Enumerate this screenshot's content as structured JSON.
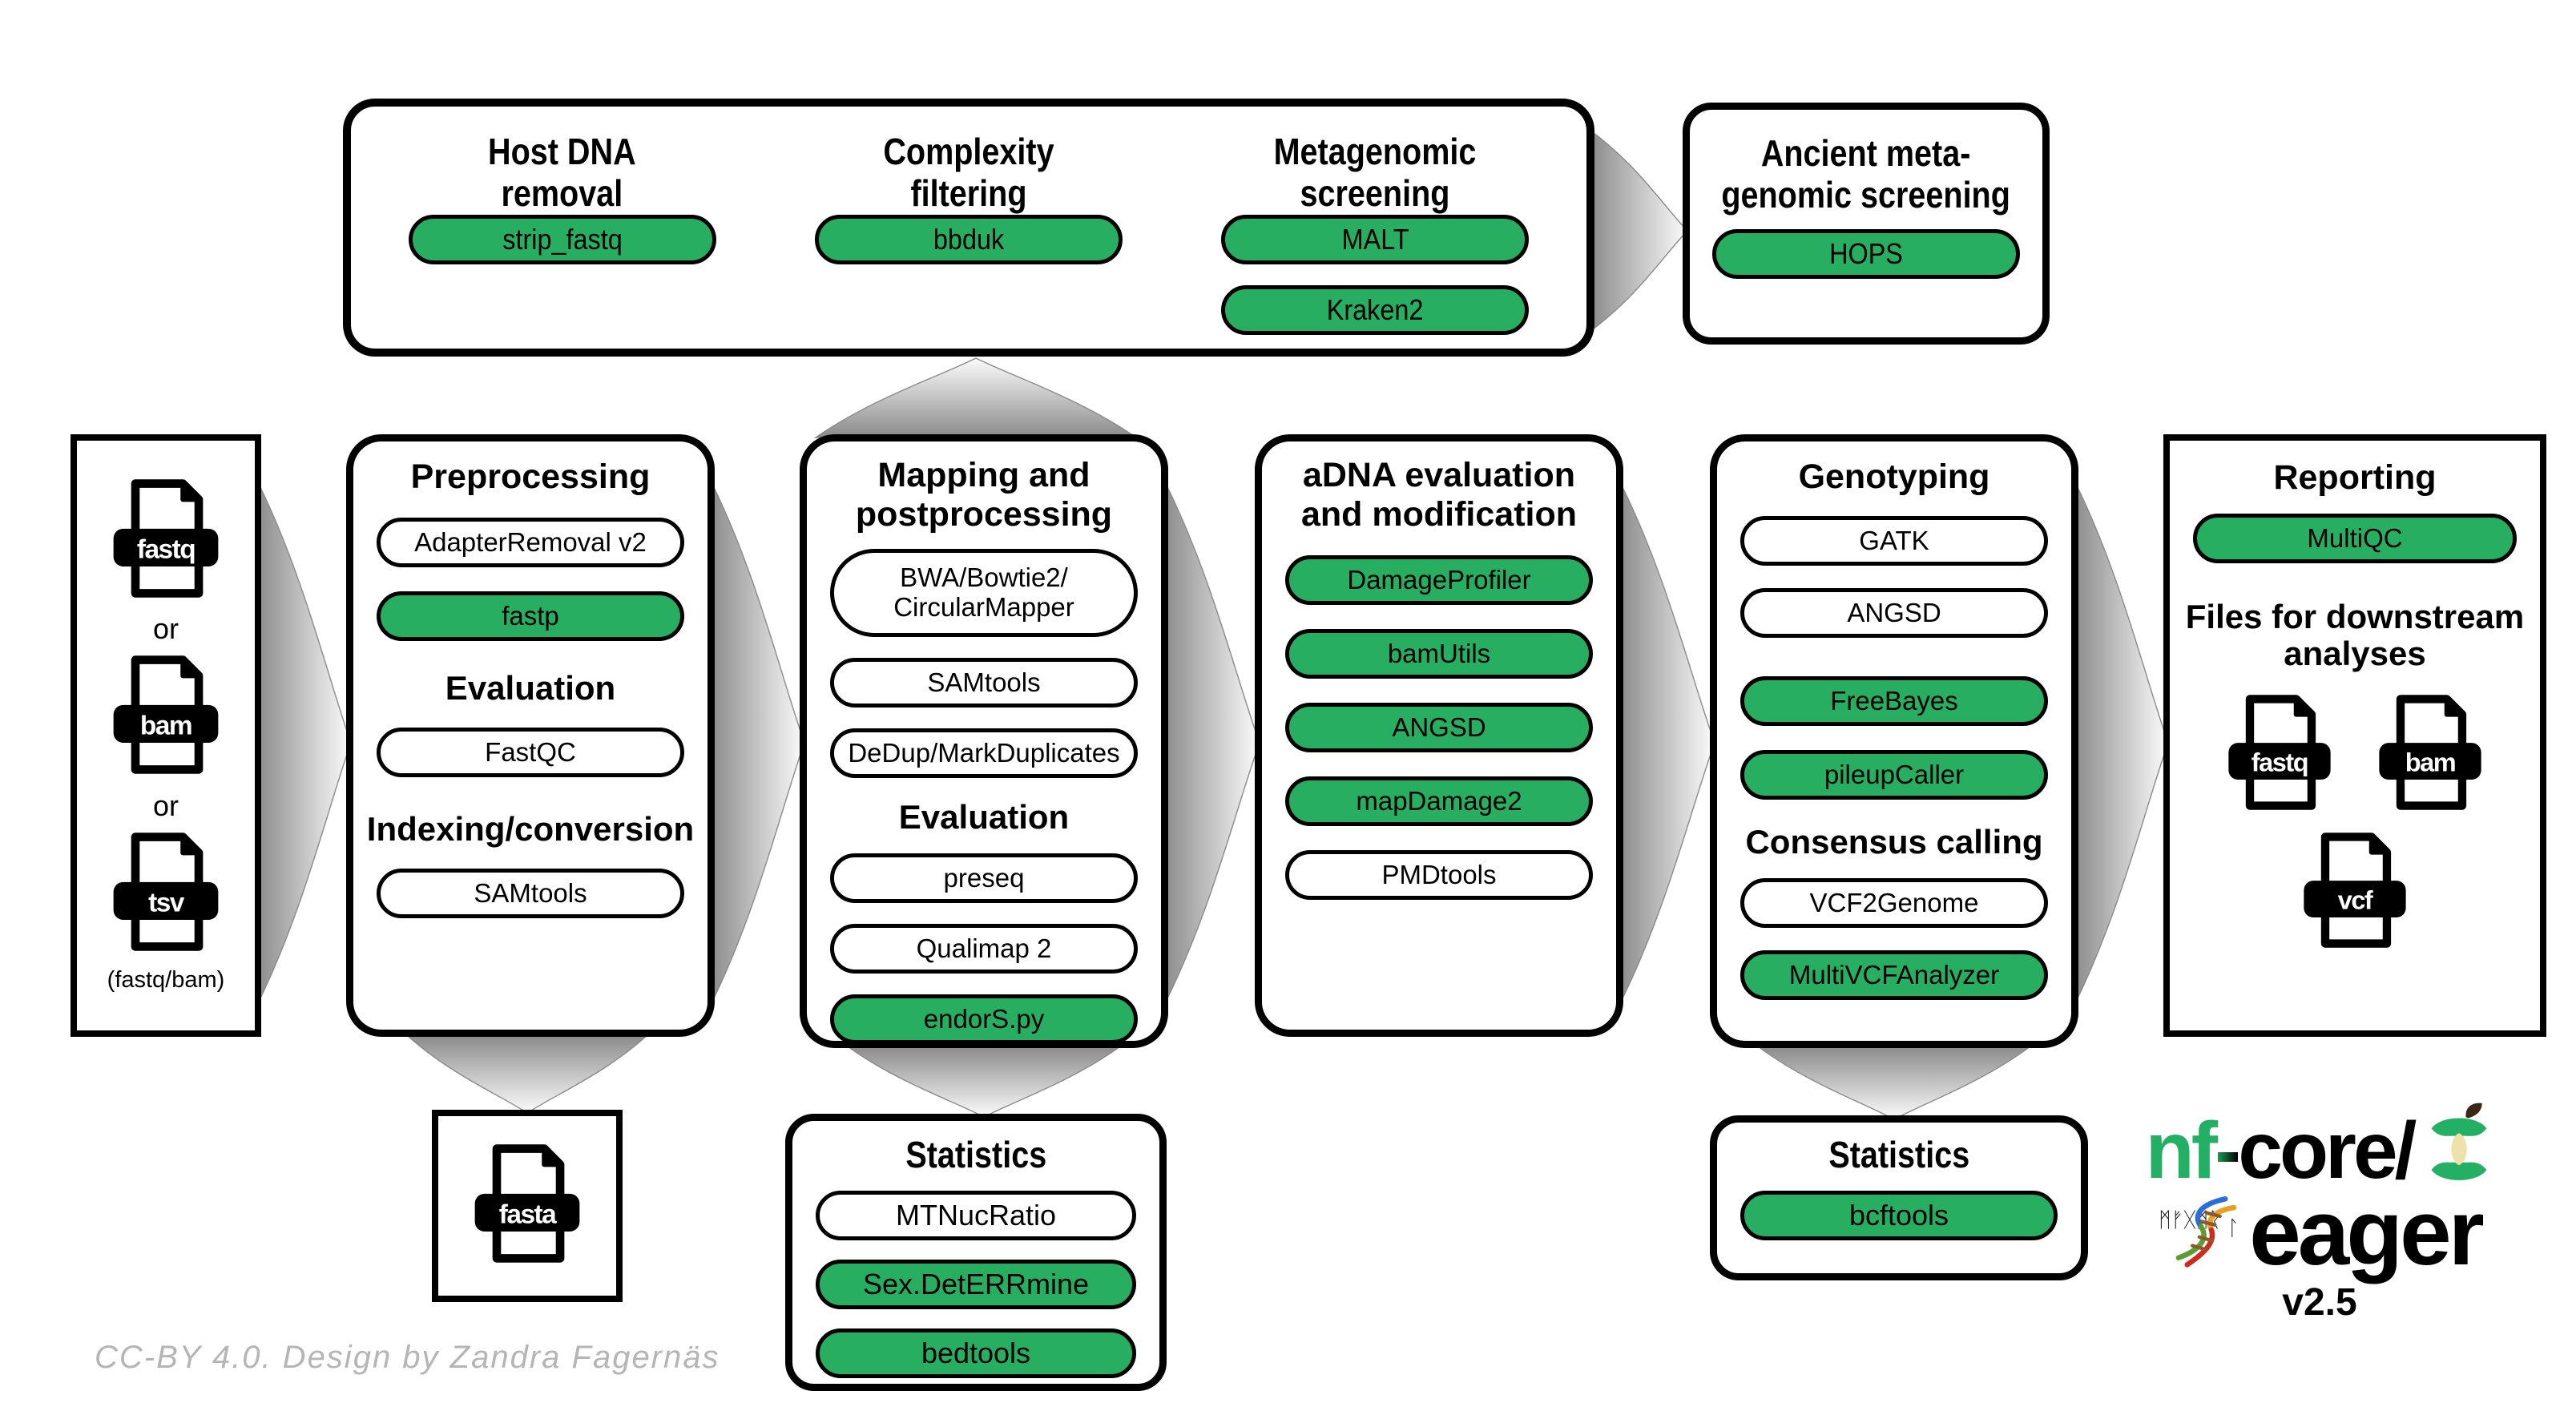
{
  "colors": {
    "accent_green": "#27AE60",
    "brand_green": "#24B064",
    "arrow_gray": "#8a8a8a",
    "credit_gray": "#b5b5b5"
  },
  "input_box": {
    "file1": "fastq",
    "or1": "or",
    "file2": "bam",
    "or2": "or",
    "file3": "tsv",
    "caption": "(fastq/bam)"
  },
  "host_dna": {
    "title": "Host DNA\nremoval",
    "tool1": "strip_fastq"
  },
  "complexity": {
    "title": "Complexity\nfiltering",
    "tool1": "bbduk"
  },
  "metagenomic": {
    "title": "Metagenomic\nscreening",
    "tool1": "MALT",
    "tool2": "Kraken2"
  },
  "ancient": {
    "title": "Ancient meta-\ngenomic screening",
    "tool1": "HOPS"
  },
  "preprocessing": {
    "title": "Preprocessing",
    "tool1": "AdapterRemoval v2",
    "tool2": "fastp",
    "subhead1": "Evaluation",
    "tool3": "FastQC",
    "subhead2": "Indexing/conversion",
    "tool4": "SAMtools"
  },
  "mapping": {
    "title": "Mapping and\npostprocessing",
    "tool1": "BWA/Bowtie2/\nCircularMapper",
    "tool2": "SAMtools",
    "tool3": "DeDup/MarkDuplicates",
    "subhead1": "Evaluation",
    "tool4": "preseq",
    "tool5": "Qualimap 2",
    "tool6": "endorS.py"
  },
  "adna": {
    "title": "aDNA evaluation\nand modification",
    "tool1": "DamageProfiler",
    "tool2": "bamUtils",
    "tool3": "ANGSD",
    "tool4": "mapDamage2",
    "tool5": "PMDtools"
  },
  "genotyping": {
    "title": "Genotyping",
    "tool1": "GATK",
    "tool2": "ANGSD",
    "tool3": "FreeBayes",
    "tool4": "pileupCaller",
    "subhead1": "Consensus calling",
    "tool5": "VCF2Genome",
    "tool6": "MultiVCFAnalyzer"
  },
  "reporting": {
    "title": "Reporting",
    "tool1": "MultiQC",
    "subhead1": "Files for downstream\nanalyses",
    "file1": "fastq",
    "file2": "bam",
    "file3": "vcf"
  },
  "reference": {
    "file": "fasta"
  },
  "stats_mapping": {
    "title": "Statistics",
    "tool1": "MTNucRatio",
    "tool2": "Sex.DetERRmine",
    "tool3": "bedtools"
  },
  "stats_genotyping": {
    "title": "Statistics",
    "tool1": "bcftools"
  },
  "logo": {
    "brand_prefix": "nf",
    "brand_dash": "-",
    "brand_suffix": "core/",
    "name": "eager",
    "version": "v2.5",
    "runes": "ᛗᚠᚷᛗᚱ",
    "rune_suffix": "ᛚ"
  },
  "credit": "CC-BY 4.0. Design by Zandra Fagernäs"
}
